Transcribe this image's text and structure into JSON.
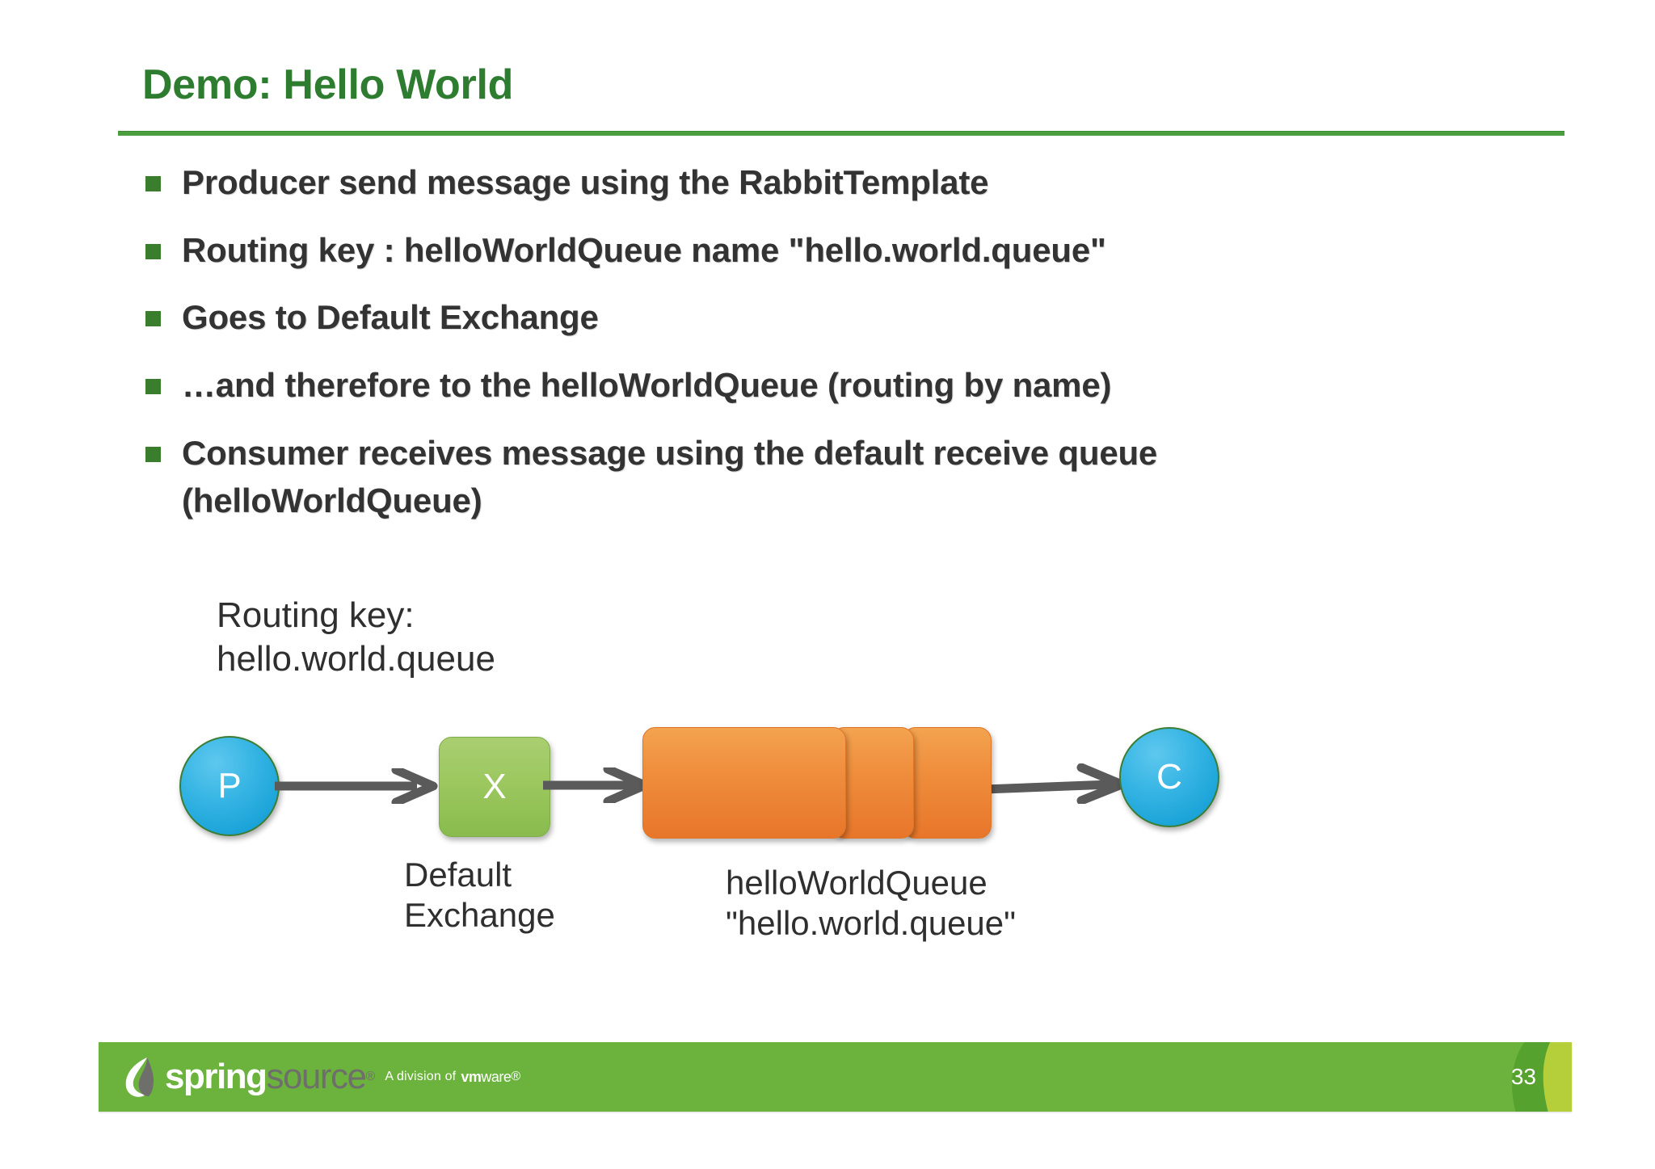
{
  "slide": {
    "title": "Demo: Hello World",
    "accent_color": "#2e7c30",
    "rule_color": "#4a9e3f",
    "bullet_marker_color": "#3a7d2c",
    "bullets": [
      "Producer send message using the RabbitTemplate",
      "Routing key : helloWorldQueue name \"hello.world.queue\"",
      "Goes to Default Exchange",
      "…and therefore to the helloWorldQueue (routing by name)",
      "Consumer receives message using the default receive queue (helloWorldQueue)"
    ]
  },
  "diagram": {
    "routing_label": "Routing key:\nhello.world.queue",
    "producer_label": "P",
    "exchange_label": "X",
    "consumer_label": "C",
    "exchange_caption": "Default\nExchange",
    "queue_caption": "helloWorldQueue\n\"hello.world.queue\"",
    "producer_color": "#35b4e3",
    "exchange_color": "#9cc85f",
    "queue_color": "#ef8e3d",
    "consumer_color": "#35b4e3",
    "arrow_color": "#5a5a5a",
    "queue_segments": 3
  },
  "footer": {
    "bar_color": "#6cb33e",
    "logo_spring": "spring",
    "logo_source": "source",
    "logo_tm": "®",
    "division_text": "A division of",
    "vmware_vm": "vm",
    "vmware_ware": "ware",
    "vmware_tm": "®",
    "page_number": "33"
  }
}
